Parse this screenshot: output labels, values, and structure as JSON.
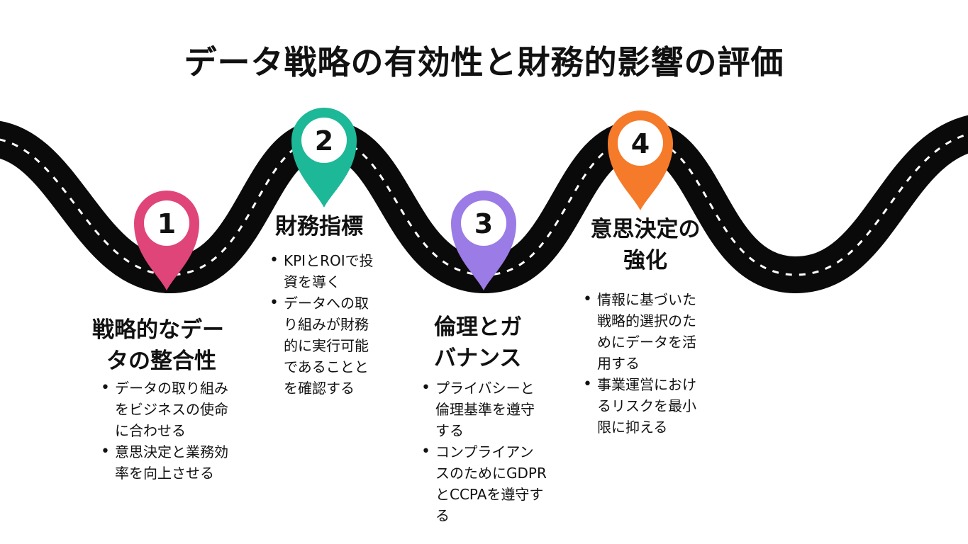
{
  "title": "データ戦略の有効性と財務的影響の評価",
  "steps": [
    {
      "number": "1",
      "color": "#E0457A",
      "title_lines": [
        "戦略的なデー",
        "タの整合性"
      ],
      "bullets": [
        [
          "データの取り組み",
          "をビジネスの使命",
          "に合わせる"
        ],
        [
          "意思決定と業務効",
          "率を向上させる"
        ]
      ]
    },
    {
      "number": "2",
      "color": "#1DB898",
      "title_lines": [
        "財務指標"
      ],
      "bullets": [
        [
          "KPIとROIで投",
          "資を導く"
        ],
        [
          "データへの取",
          "り組みが財務",
          "的に実行可能",
          "であることと",
          "を確認する"
        ]
      ]
    },
    {
      "number": "3",
      "color": "#9B7BE6",
      "title_lines": [
        "倫理とガ",
        "バナンス"
      ],
      "bullets": [
        [
          "プライバシーと",
          "倫理基準を遵守",
          "する"
        ],
        [
          "コンプライアン",
          "スのためにGDPR",
          "とCCPAを遵守す",
          "る"
        ]
      ]
    },
    {
      "number": "4",
      "color": "#F57A2A",
      "title_lines": [
        "意思決定の",
        "強化"
      ],
      "bullets": [
        [
          "情報に基づいた",
          "戦略的選択のた",
          "めにデータを活",
          "用する"
        ],
        [
          "事業運営におけ",
          "るリスクを最小",
          "限に抑える"
        ]
      ]
    }
  ]
}
